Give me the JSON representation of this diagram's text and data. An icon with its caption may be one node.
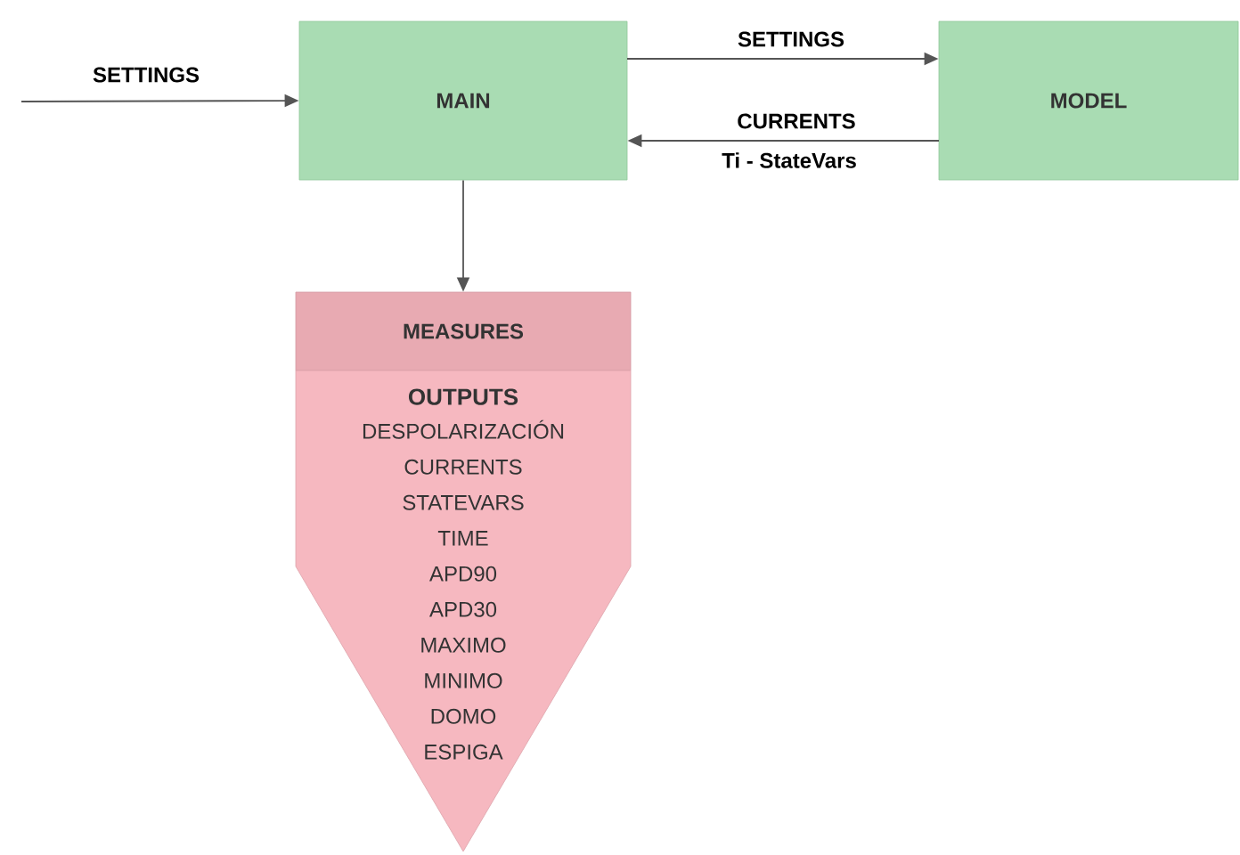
{
  "diagram": {
    "nodes": [
      {
        "text": [
          "MAIN"
        ]
      },
      {
        "text": [
          "MODEL"
        ]
      },
      {
        "text": [
          "MEASURES"
        ]
      },
      {
        "text": [
          "OUTPUTS",
          "DESPOLARIZACIÓN",
          "CURRENTS",
          "STATEVARS",
          "TIME",
          "APD90",
          "APD30",
          "MAXIMO",
          "MINIMO",
          "DOMO",
          "ESPIGA"
        ]
      }
    ],
    "edges": [
      {
        "from": null,
        "to": 0,
        "arrow": "to",
        "label": "SETTINGS"
      },
      {
        "from": 0,
        "to": 1,
        "arrow": "to",
        "label": "SETTINGS"
      },
      {
        "from": 1,
        "to": 0,
        "arrow": "to",
        "label": "CURRENTS"
      },
      {
        "from": 0,
        "to": 2,
        "arrow": "to"
      }
    ],
    "labels": [
      "Ti - StateVars"
    ]
  }
}
